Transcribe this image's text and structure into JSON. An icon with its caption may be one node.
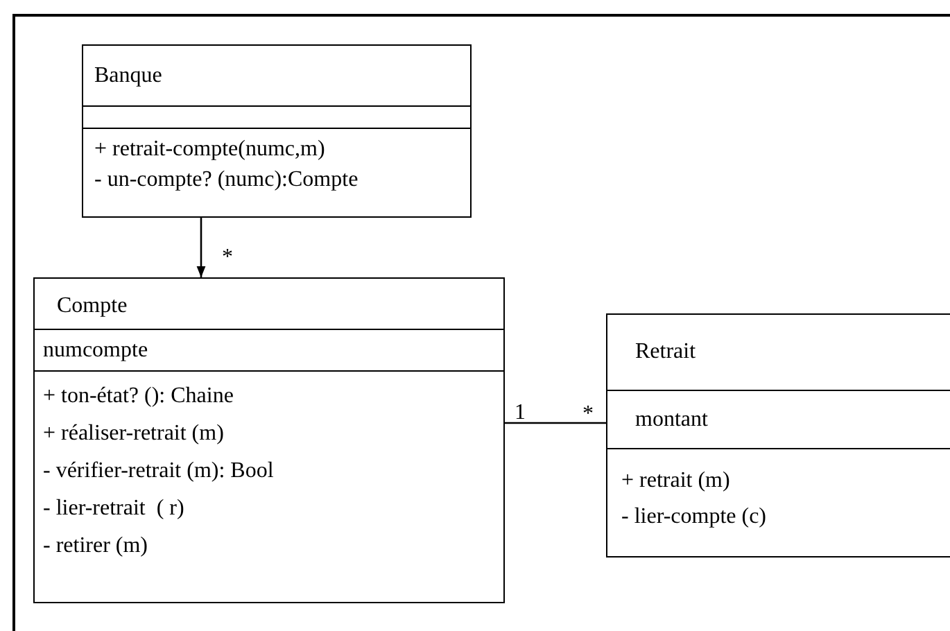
{
  "diagram": {
    "nodes": [
      {
        "text": [
          "Banque",
          "+ retrait-compte(numc,m)",
          "- un-compte? (numc):Compte"
        ]
      },
      {
        "text": [
          "Compte",
          "numcompte",
          "+ ton-état? (): Chaine",
          "+ réaliser-retrait (m)",
          "- vérifier-retrait (m): Bool",
          "- lier-retrait  ( r)",
          "- retirer (m)"
        ]
      },
      {
        "text": [
          "Retrait",
          "montant",
          "+ retrait (m)",
          "- lier-compte (c)"
        ]
      }
    ],
    "edges": [
      {
        "from": 0,
        "to": 1,
        "arrow": "to"
      },
      {
        "from": 1,
        "to": 2,
        "arrow": "none"
      }
    ],
    "labels": [
      "*",
      "1",
      "*"
    ]
  }
}
